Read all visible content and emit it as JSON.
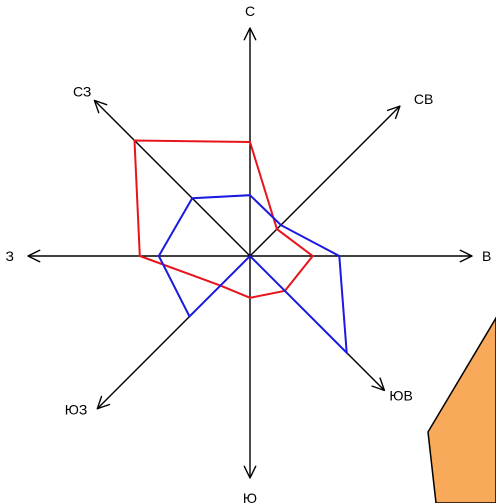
{
  "chart_data": {
    "type": "radar",
    "directions": [
      {
        "id": "N",
        "label": "С"
      },
      {
        "id": "NE",
        "label": "СВ"
      },
      {
        "id": "E",
        "label": "В"
      },
      {
        "id": "SE",
        "label": "ЮВ"
      },
      {
        "id": "S",
        "label": "Ю"
      },
      {
        "id": "SW",
        "label": "ЮЗ"
      },
      {
        "id": "W",
        "label": "З"
      },
      {
        "id": "NW",
        "label": "СЗ"
      }
    ],
    "series": [
      {
        "color": "#e8141c",
        "values": [
          6,
          2,
          3.3,
          2.6,
          2.2,
          2.2,
          5.8,
          8.6
        ]
      },
      {
        "color": "#1a1ae0",
        "values": [
          3.2,
          2.3,
          4.7,
          7.2,
          0,
          4.5,
          4.8,
          4.3
        ]
      }
    ],
    "radial_range": [
      0,
      8.6
    ],
    "grid": false,
    "legend": "none",
    "decoration_color": "#f8a95a"
  }
}
